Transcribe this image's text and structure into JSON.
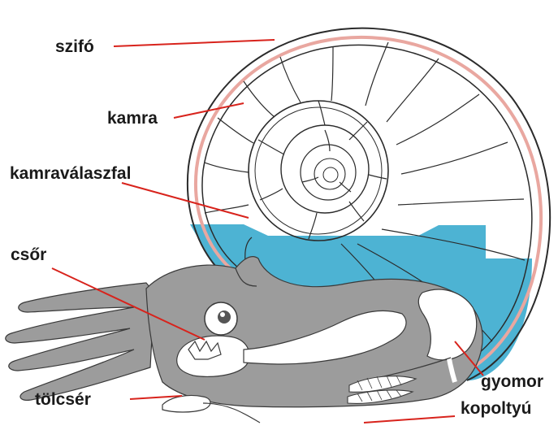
{
  "labels": {
    "sifo": "szifó",
    "kamra": "kamra",
    "kamravalaszfal": "kamraválaszfal",
    "csor": "csőr",
    "tolcser": "tölcsér",
    "gyomor": "gyomor",
    "kopoltyu": "kopoltyú"
  },
  "colors": {
    "water": "#4db3d3",
    "body": "#9c9c9c",
    "leader": "#d8231c",
    "siphuncle": "#e9a7a0",
    "background": "#ffffff"
  }
}
